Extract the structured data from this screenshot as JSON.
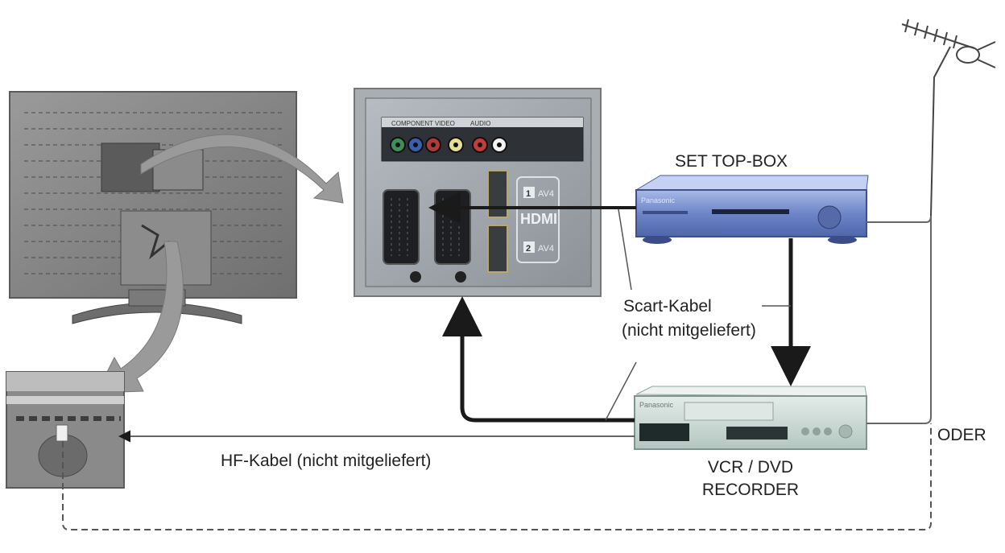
{
  "labels": {
    "set_top_box": "SET TOP-BOX",
    "scart_cable_line1": "Scart-Kabel",
    "scart_cable_line2": "(nicht mitgeliefert)",
    "rf_cable": "HF-Kabel (nicht mitgeliefert)",
    "vcr_line1": "VCR / DVD",
    "vcr_line2": "RECORDER",
    "or": "ODER"
  },
  "panel": {
    "component": "COMPONENT",
    "video": "VIDEO",
    "audio": "AUDIO",
    "hdmi": "HDMI",
    "av1": "AV4",
    "av2": "AV4",
    "av1_num": "1",
    "av2_num": "2"
  },
  "devices": {
    "stb_brand": "Panasonic",
    "vcr_brand": "Panasonic"
  },
  "colors": {
    "cable": "#1a1a1a",
    "dashed": "#555555",
    "curved_arrow": "#9a9a9a",
    "stb_body": "#6e86c8",
    "vcr_body": "#c9d7d2"
  }
}
